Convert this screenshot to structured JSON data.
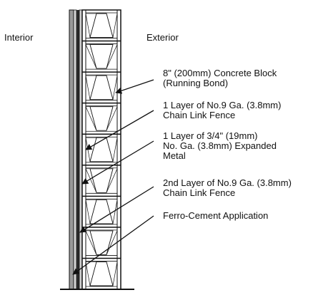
{
  "side_labels": {
    "interior": "Interior",
    "exterior": "Exterior"
  },
  "callouts": [
    {
      "line1": "8\" (200mm) Concrete Block",
      "line2": "(Running Bond)",
      "line3": ""
    },
    {
      "line1": "1 Layer of No.9 Ga. (3.8mm)",
      "line2": "Chain Link Fence",
      "line3": ""
    },
    {
      "line1": "1 Layer of 3/4\" (19mm)",
      "line2": "No. Ga. (3.8mm) Expanded",
      "line3": "Metal"
    },
    {
      "line1": "2nd Layer of No.9 Ga. (3.8mm)",
      "line2": "Chain Link Fence",
      "line3": ""
    },
    {
      "line1": "Ferro-Cement Application",
      "line2": "",
      "line3": ""
    }
  ],
  "colors": {
    "ink": "#111111",
    "layer_ferrocement": "#9a9a9a",
    "layer_inner": "#cfcfcf",
    "layer_dark": "#2a2a2a",
    "block_face": "#ffffff"
  }
}
